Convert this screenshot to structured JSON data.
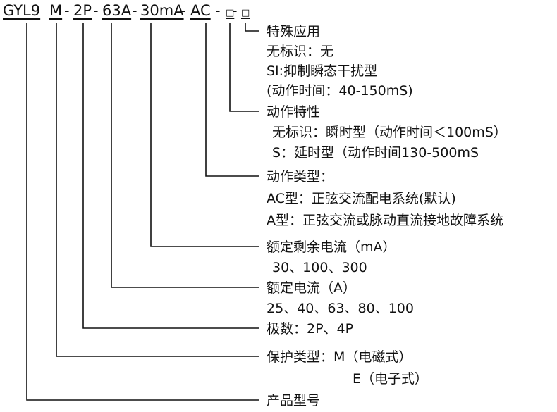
{
  "model_code": {
    "segments": [
      "GYL9",
      "M",
      "-",
      "2P",
      "-",
      "63A",
      "-",
      "30mA",
      "-",
      "AC",
      "-",
      "□",
      "-",
      "□"
    ]
  },
  "fields": [
    {
      "title": "特殊应用",
      "lines": [
        "无标识：无",
        "SI:抑制瞬态干扰型",
        "(动作时间：40-150mS)"
      ]
    },
    {
      "title": "动作特性",
      "lines": [
        "无标识：瞬时型（动作时间＜100mS）",
        "S：延时型（动作时间130-500mS"
      ]
    },
    {
      "title": "动作类型：",
      "lines": [
        "AC型：正弦交流配电系统(默认)",
        "A型：正弦交流或脉动直流接地故障系统"
      ]
    },
    {
      "title": "额定剩余电流（mA）",
      "lines": [
        "30、100、300"
      ]
    },
    {
      "title": "额定电流（A）",
      "lines": [
        "25、40、63、80、100"
      ]
    },
    {
      "title": "极数：2P、4P",
      "lines": []
    },
    {
      "title": "保护类型：M（电磁式）",
      "lines": [
        "E（电子式）"
      ]
    },
    {
      "title": "产品型号",
      "lines": []
    }
  ]
}
